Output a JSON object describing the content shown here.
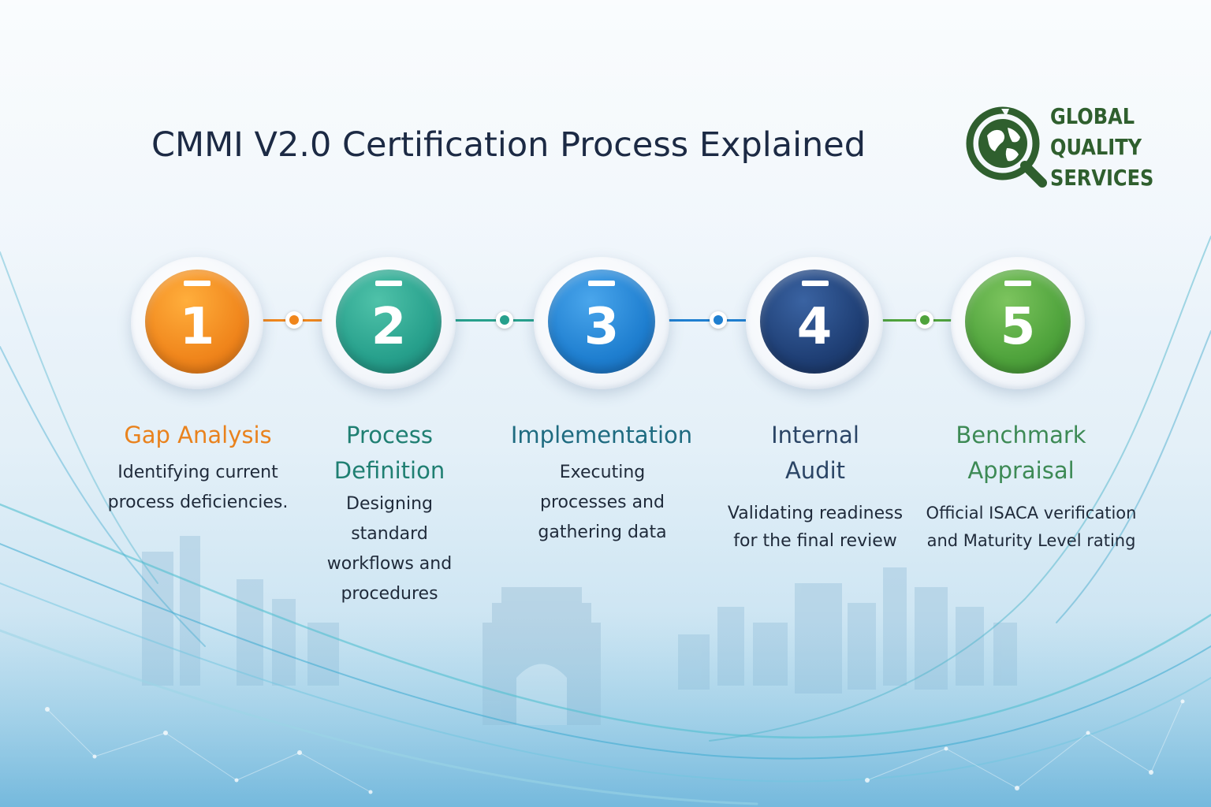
{
  "title": "CMMI V2.0 Certification Process Explained",
  "logo": {
    "name": "globe-magnifier-logo",
    "line1": "GLOBAL",
    "line2": "QUALITY",
    "line3": "SERVICES",
    "color": "#2f5f2e"
  },
  "steps": [
    {
      "number": "1",
      "heading": "Gap Analysis",
      "description_lines": [
        "Identifying current",
        "process deficiencies."
      ],
      "color": "#f0861c",
      "heading_color": "#e9821d"
    },
    {
      "number": "2",
      "heading_lines": [
        "Process",
        "Definition"
      ],
      "description_lines": [
        "Designing",
        "standard",
        "workflows and",
        "procedures"
      ],
      "color": "#27a08c",
      "heading_color": "#1f7f72"
    },
    {
      "number": "3",
      "heading": "Implementation",
      "description_lines": [
        "Executing",
        "processes and",
        "gathering data"
      ],
      "color": "#1f7fd0",
      "heading_color": "#1e6b80"
    },
    {
      "number": "4",
      "heading_lines": [
        "Internal",
        "Audit"
      ],
      "description_lines": [
        "Validating readiness",
        "for the final review"
      ],
      "color": "#1f3f75",
      "heading_color": "#2b4566"
    },
    {
      "number": "5",
      "heading_lines": [
        "Benchmark",
        "Appraisal"
      ],
      "description_lines": [
        "Official ISACA verification",
        "and Maturity Level rating"
      ],
      "color": "#4fa33c",
      "heading_color": "#3d8a55"
    }
  ],
  "connector_colors": [
    "#f0861c",
    "#27a08c",
    "#1f7fd0",
    "#4fa33c"
  ]
}
